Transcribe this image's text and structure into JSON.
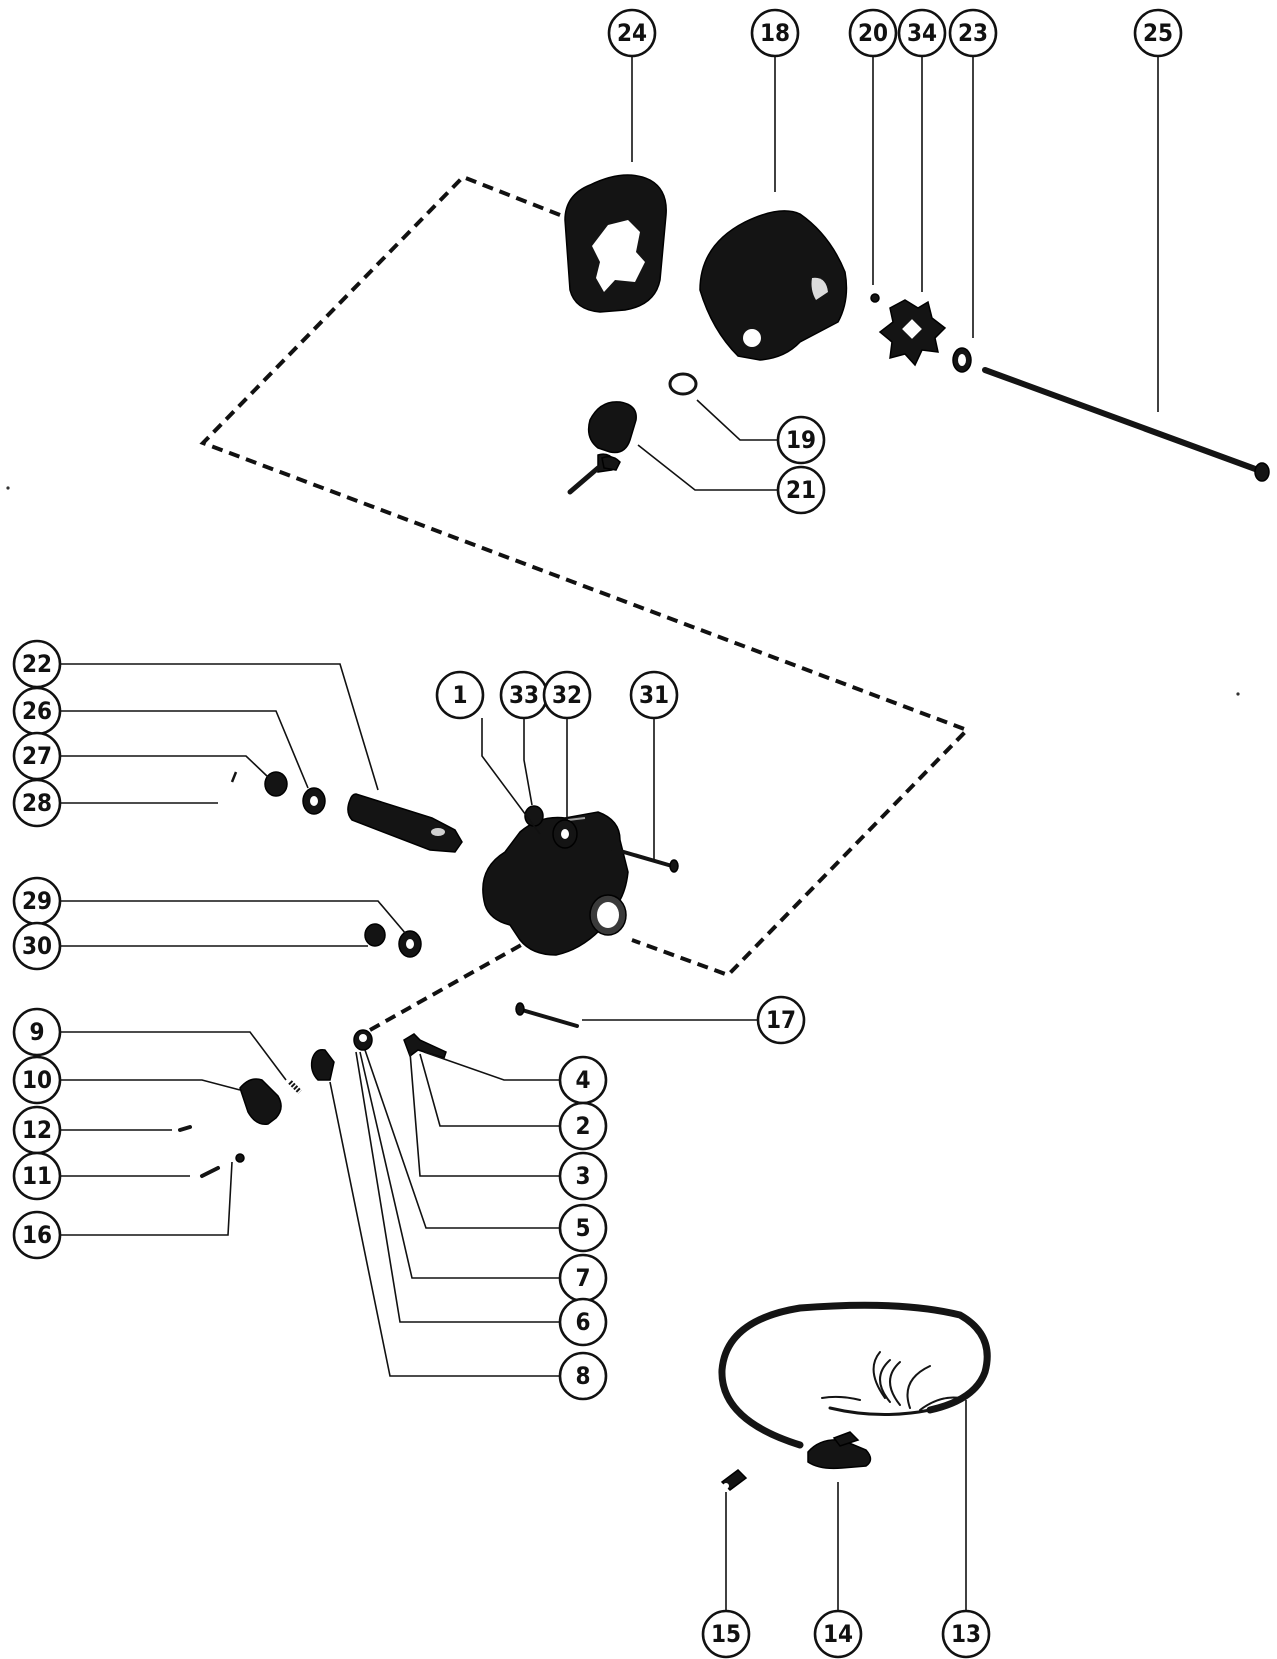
{
  "callouts": {
    "c24": "24",
    "c18": "18",
    "c20": "20",
    "c34": "34",
    "c23": "23",
    "c25": "25",
    "c19": "19",
    "c21": "21",
    "c22": "22",
    "c26": "26",
    "c27": "27",
    "c28": "28",
    "c1": "1",
    "c33": "33",
    "c32": "32",
    "c31": "31",
    "c29": "29",
    "c30": "30",
    "c17": "17",
    "c9": "9",
    "c10": "10",
    "c12": "12",
    "c11": "11",
    "c16": "16",
    "c4": "4",
    "c2": "2",
    "c3": "3",
    "c5": "5",
    "c7": "7",
    "c6": "6",
    "c8": "8",
    "c15": "15",
    "c14": "14",
    "c13": "13"
  }
}
